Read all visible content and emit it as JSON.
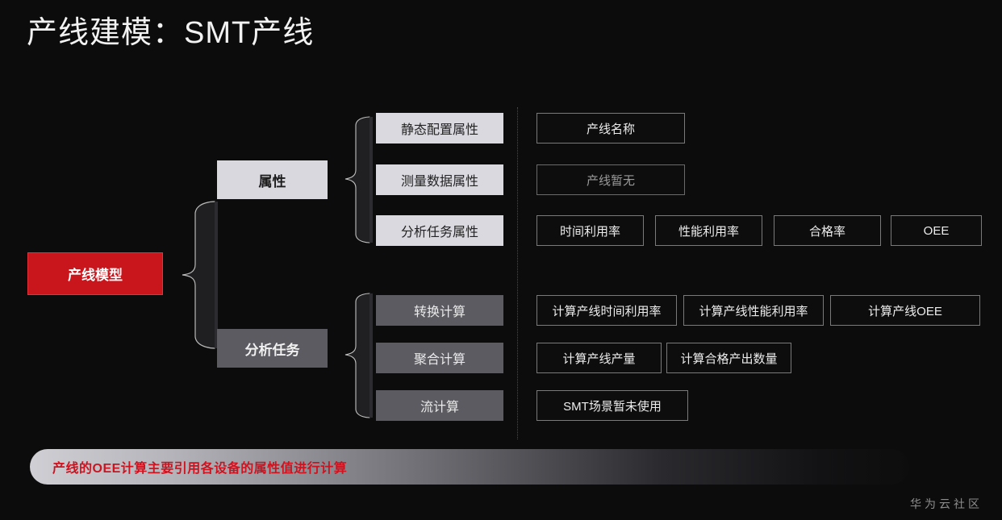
{
  "slide": {
    "title": "产线建模：SMT产线",
    "footer": "华为云社区",
    "banner_note": "产线的OEE计算主要引用各设备的属性值进行计算"
  },
  "diagram": {
    "root": {
      "label": "产线模型"
    },
    "branches": [
      {
        "label": "属性",
        "style": "light",
        "children": [
          {
            "label": "静态配置属性",
            "details": [
              {
                "label": "产线名称",
                "dim": false
              }
            ]
          },
          {
            "label": "测量数据属性",
            "details": [
              {
                "label": "产线暂无",
                "dim": true
              }
            ]
          },
          {
            "label": "分析任务属性",
            "details": [
              {
                "label": "时间利用率",
                "dim": false
              },
              {
                "label": "性能利用率",
                "dim": false
              },
              {
                "label": "合格率",
                "dim": false
              },
              {
                "label": "OEE",
                "dim": false
              }
            ]
          }
        ]
      },
      {
        "label": "分析任务",
        "style": "gray",
        "children": [
          {
            "label": "转换计算",
            "details": [
              {
                "label": "计算产线时间利用率",
                "dim": false
              },
              {
                "label": "计算产线性能利用率",
                "dim": false
              },
              {
                "label": "计算产线OEE",
                "dim": false
              }
            ]
          },
          {
            "label": "聚合计算",
            "details": [
              {
                "label": "计算产线产量",
                "dim": false
              },
              {
                "label": "计算合格产出数量",
                "dim": false
              }
            ]
          },
          {
            "label": "流计算",
            "details": [
              {
                "label": "SMT场景暂未使用",
                "dim": false
              }
            ]
          }
        ]
      }
    ]
  },
  "colors": {
    "background": "#0c0c0c",
    "accent_red": "#c9151c",
    "banner_text": "#cc1421",
    "light_box": "#d8d8de",
    "gray_box": "#5b5b61",
    "outline_border": "#7a7a7a"
  }
}
